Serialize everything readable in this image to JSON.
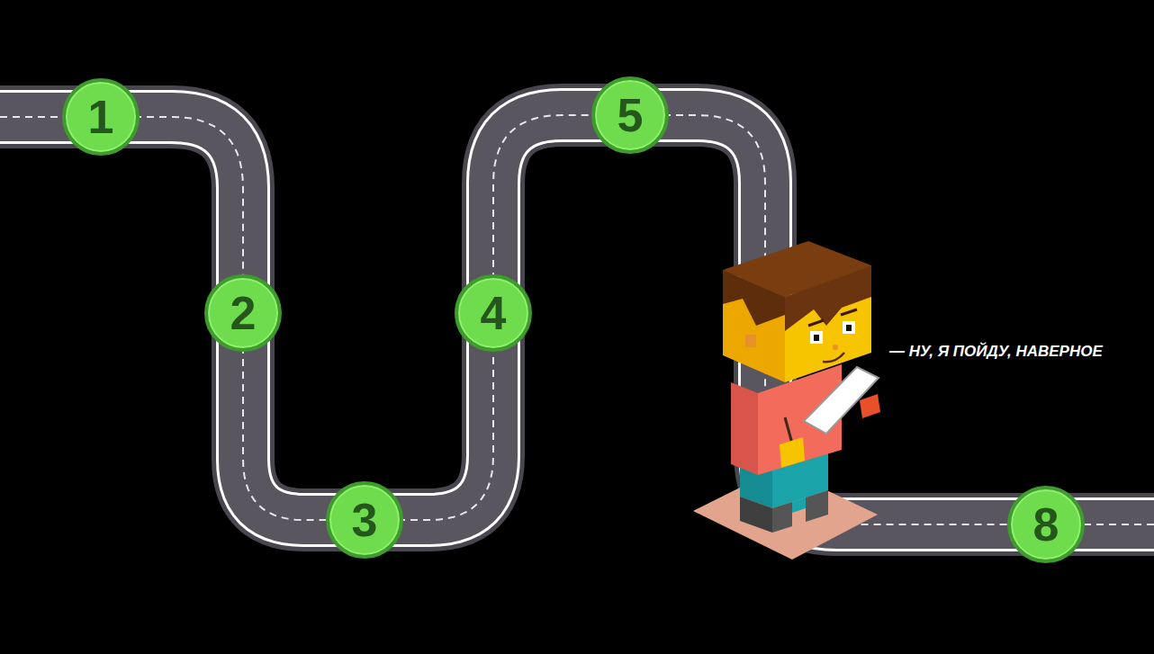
{
  "diagram": {
    "nodes": [
      {
        "text": [
          "1"
        ]
      },
      {
        "text": [
          "2"
        ]
      },
      {
        "text": [
          "3"
        ]
      },
      {
        "text": [
          "4"
        ]
      },
      {
        "text": [
          "5"
        ]
      },
      {
        "text": [
          "8"
        ]
      }
    ],
    "edges": [
      {
        "from": 0,
        "to": 1,
        "arrow": "none"
      },
      {
        "from": 1,
        "to": 2,
        "arrow": "none"
      },
      {
        "from": 2,
        "to": 3,
        "arrow": "none"
      },
      {
        "from": 3,
        "to": 4,
        "arrow": "none"
      },
      {
        "from": 4,
        "to": 5,
        "arrow": "none"
      }
    ],
    "labels": [
      "— НУ, Я ПОЙДУ, НАВЕРНОЕ"
    ]
  }
}
